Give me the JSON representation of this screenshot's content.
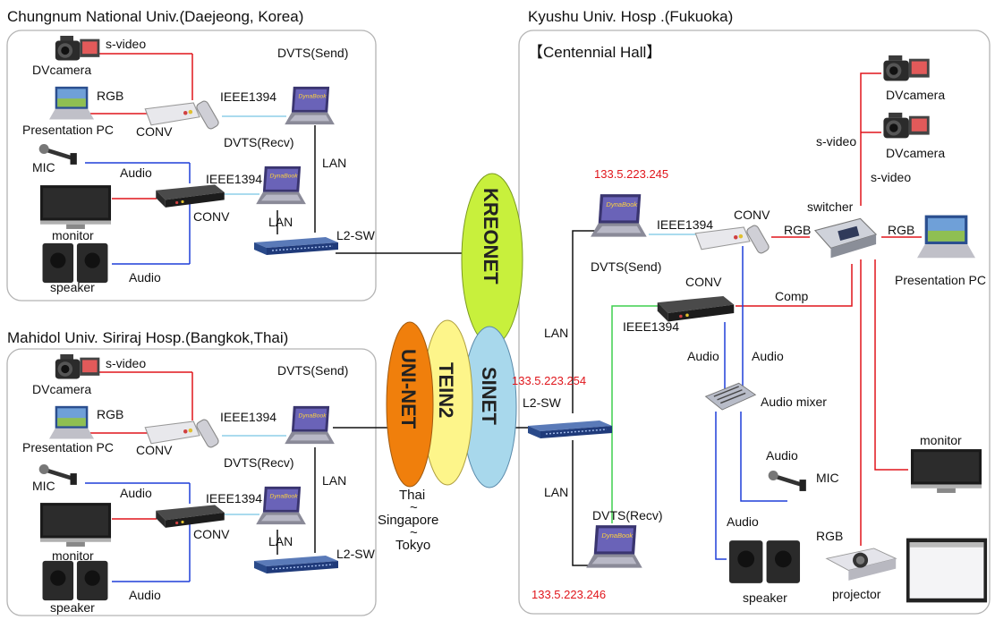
{
  "sites": {
    "chungnam": {
      "title": "Chungnum  National  Univ.(Daejeong, Korea)",
      "dvcamera": "DVcamera",
      "svideo": "s-video",
      "rgb": "RGB",
      "presentation_pc": "Presentation PC",
      "conv": "CONV",
      "conv2": "CONV",
      "mic": "MIC",
      "audio_top": "Audio",
      "audio_bottom": "Audio",
      "monitor": "monitor",
      "speaker": "speaker",
      "dvts_send": "DVTS(Send)",
      "dvts_recv": "DVTS(Recv)",
      "ieee_top": "IEEE1394",
      "ieee_bottom": "IEEE1394",
      "lan_right": "LAN",
      "lan_left": "LAN",
      "l2sw": "L2-SW"
    },
    "mahidol": {
      "title": "Mahidol Univ. Siriraj Hosp.(Bangkok,Thai)",
      "dvcamera": "DVcamera",
      "svideo": "s-video",
      "rgb": "RGB",
      "presentation_pc": "Presentation PC",
      "conv": "CONV",
      "conv2": "CONV",
      "mic": "MIC",
      "audio_top": "Audio",
      "audio_bottom": "Audio",
      "monitor": "monitor",
      "speaker": "speaker",
      "dvts_send": "DVTS(Send)",
      "dvts_recv": "DVTS(Recv)",
      "ieee_top": "IEEE1394",
      "ieee_bottom": "IEEE1394",
      "lan_right": "LAN",
      "lan_left": "LAN",
      "l2sw": "L2-SW"
    },
    "kyushu": {
      "title": "Kyushu  Univ.  Hosp .(Fukuoka)",
      "hall": "【Centennial  Hall】",
      "ip_send": "133.5.223.245",
      "ip_switch": "133.5.223.254",
      "ip_recv": "133.5.223.246",
      "dvts_send": "DVTS(Send)",
      "dvts_recv": "DVTS(Recv)",
      "ieee_send": "IEEE1394",
      "ieee_recv": "IEEE1394",
      "conv_top": "CONV",
      "conv_mid": "CONV",
      "switcher": "switcher",
      "rgb_left": "RGB",
      "rgb_right": "RGB",
      "rgb_projector": "RGB",
      "svideo_1": "s-video",
      "svideo_2": "s-video",
      "dvcamera_1": "DVcamera",
      "dvcamera_2": "DVcamera",
      "presentation_pc": "Presentation PC",
      "comp": "Comp",
      "audio_1": "Audio",
      "audio_2": "Audio",
      "audio_mixer": "Audio  mixer",
      "audio_mic": "Audio",
      "mic": "MIC",
      "audio_speaker": "Audio",
      "speaker": "speaker",
      "projector": "projector",
      "monitor": "monitor",
      "lan_top": "LAN",
      "lan_bottom": "LAN",
      "l2sw": "L2-SW"
    }
  },
  "networks": {
    "kreonet": "KREONET",
    "uninet": "UNI-NET",
    "tein2": "TEIN2",
    "sinet": "SINET",
    "route_1": "Thai",
    "route_2": "Singapore",
    "route_3": "Tokyo",
    "tilde": "~"
  },
  "colors": {
    "video_link": "#e0151b",
    "audio_link": "#1f3fd8",
    "ieee_link": "#8ecfe8",
    "green_link": "#3fcf4f",
    "kreonet": "#c8f03c",
    "uninet": "#f07f0c",
    "tein2": "#fdf58a",
    "sinet": "#a8d8ec",
    "ip_text": "#e0151b"
  }
}
